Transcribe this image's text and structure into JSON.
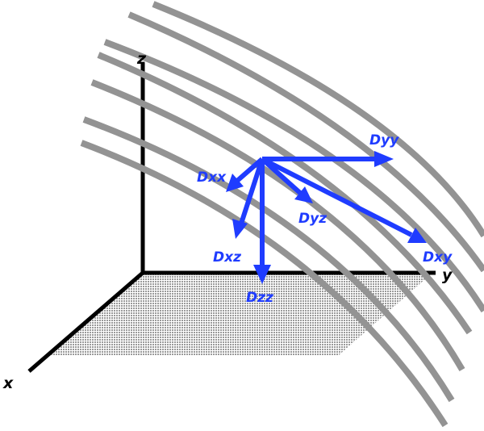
{
  "axes": {
    "x_label": "x",
    "y_label": "y",
    "z_label": "z"
  },
  "tensor_components": {
    "dxx": "Dxx",
    "dyy": "Dyy",
    "dzz": "Dzz",
    "dxy": "Dxy",
    "dxz": "Dxz",
    "dyz": "Dyz"
  },
  "colors": {
    "fiber": "#939393",
    "arrow": "#1f3cff",
    "axis": "#000000",
    "plane_dots": "#9a9a9a"
  }
}
